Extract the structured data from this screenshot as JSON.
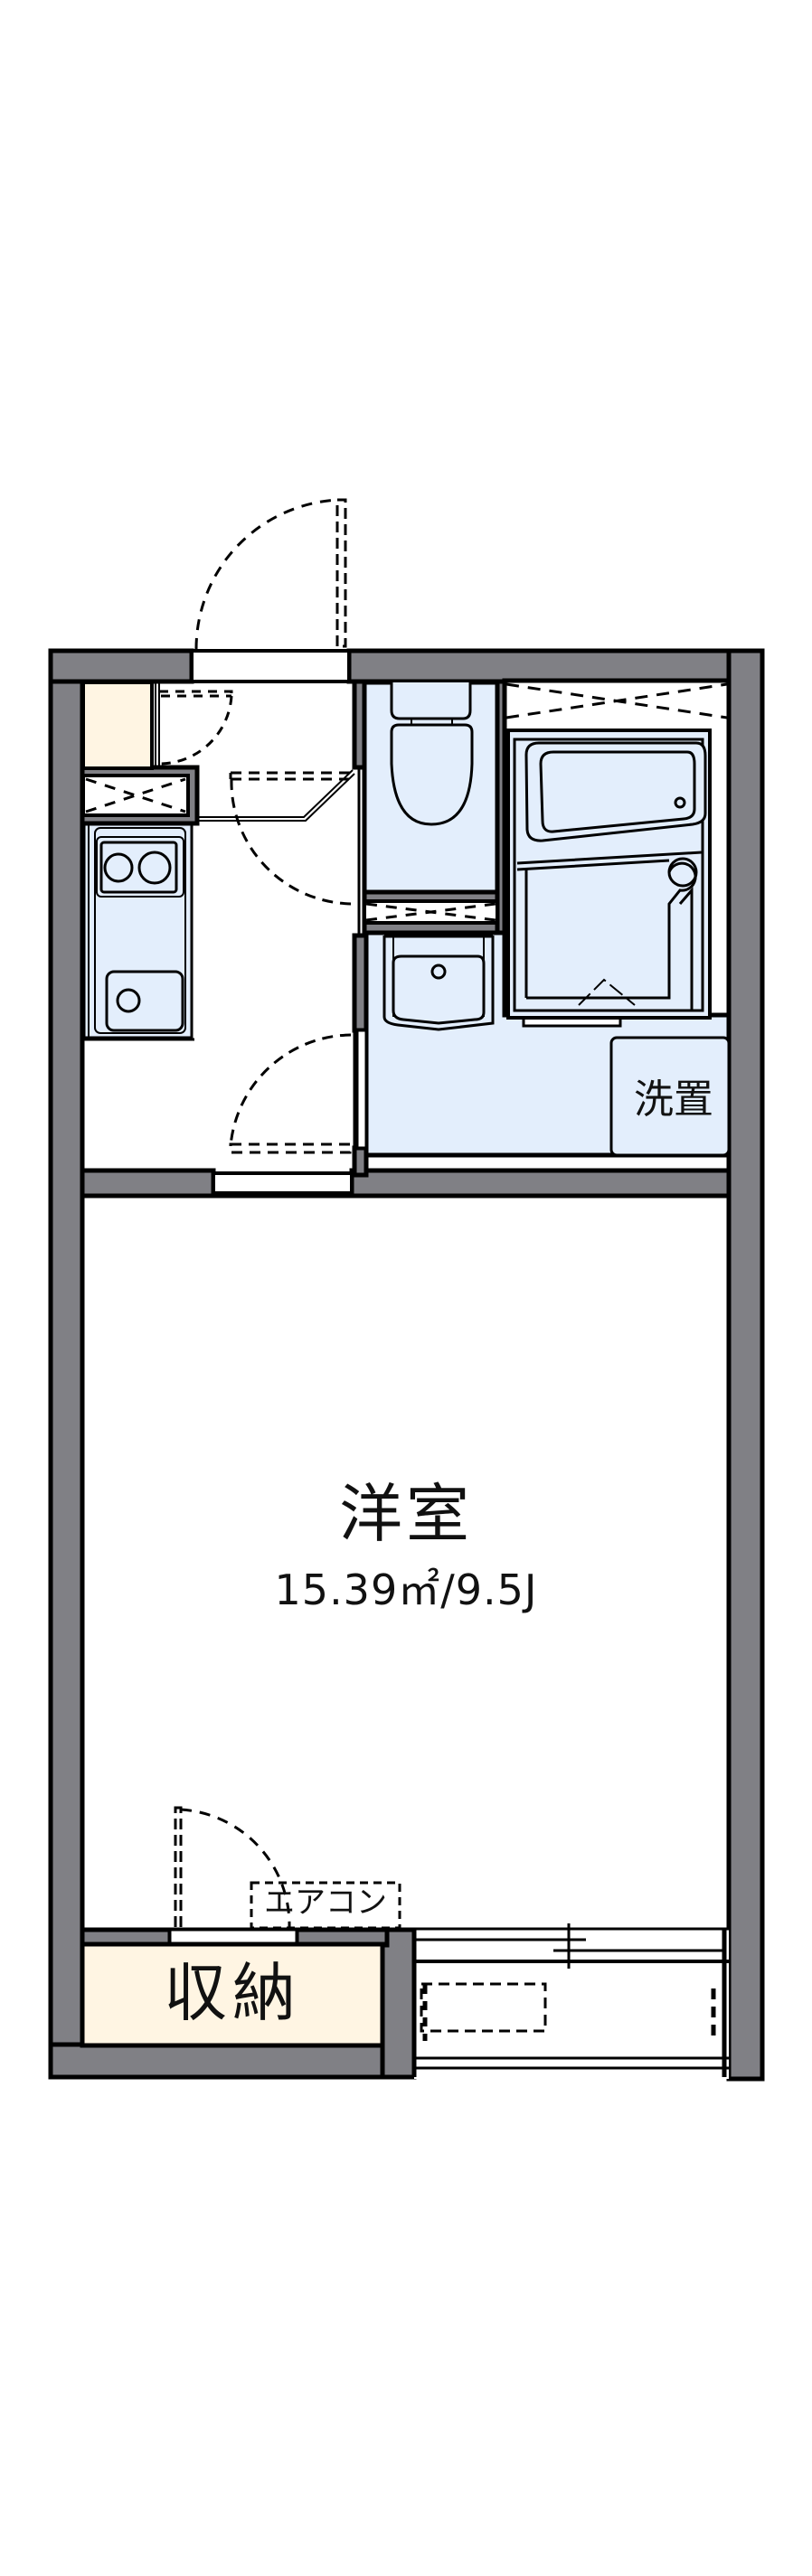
{
  "floor_plan": {
    "rooms": {
      "main_room": {
        "name": "洋室",
        "area": "15.39㎡/9.5J"
      },
      "storage": {
        "name": "収納"
      },
      "laundry": {
        "name": "洗置"
      },
      "air_conditioner": {
        "name": "エアコン"
      }
    },
    "fixtures": [
      "entrance-door",
      "shoe-cabinet",
      "refrigerator-space",
      "kitchen-counter",
      "two-burner-stove",
      "kitchen-sink",
      "toilet",
      "unit-bath",
      "washbasin",
      "laundry-machine-space",
      "balcony",
      "sliding-window"
    ],
    "colors": {
      "wall": "#808085",
      "storage_fill": "#FFF5E3",
      "wet_area_fill": "#E3EEFC",
      "line": "#000000",
      "background": "#FFFFFF"
    }
  }
}
